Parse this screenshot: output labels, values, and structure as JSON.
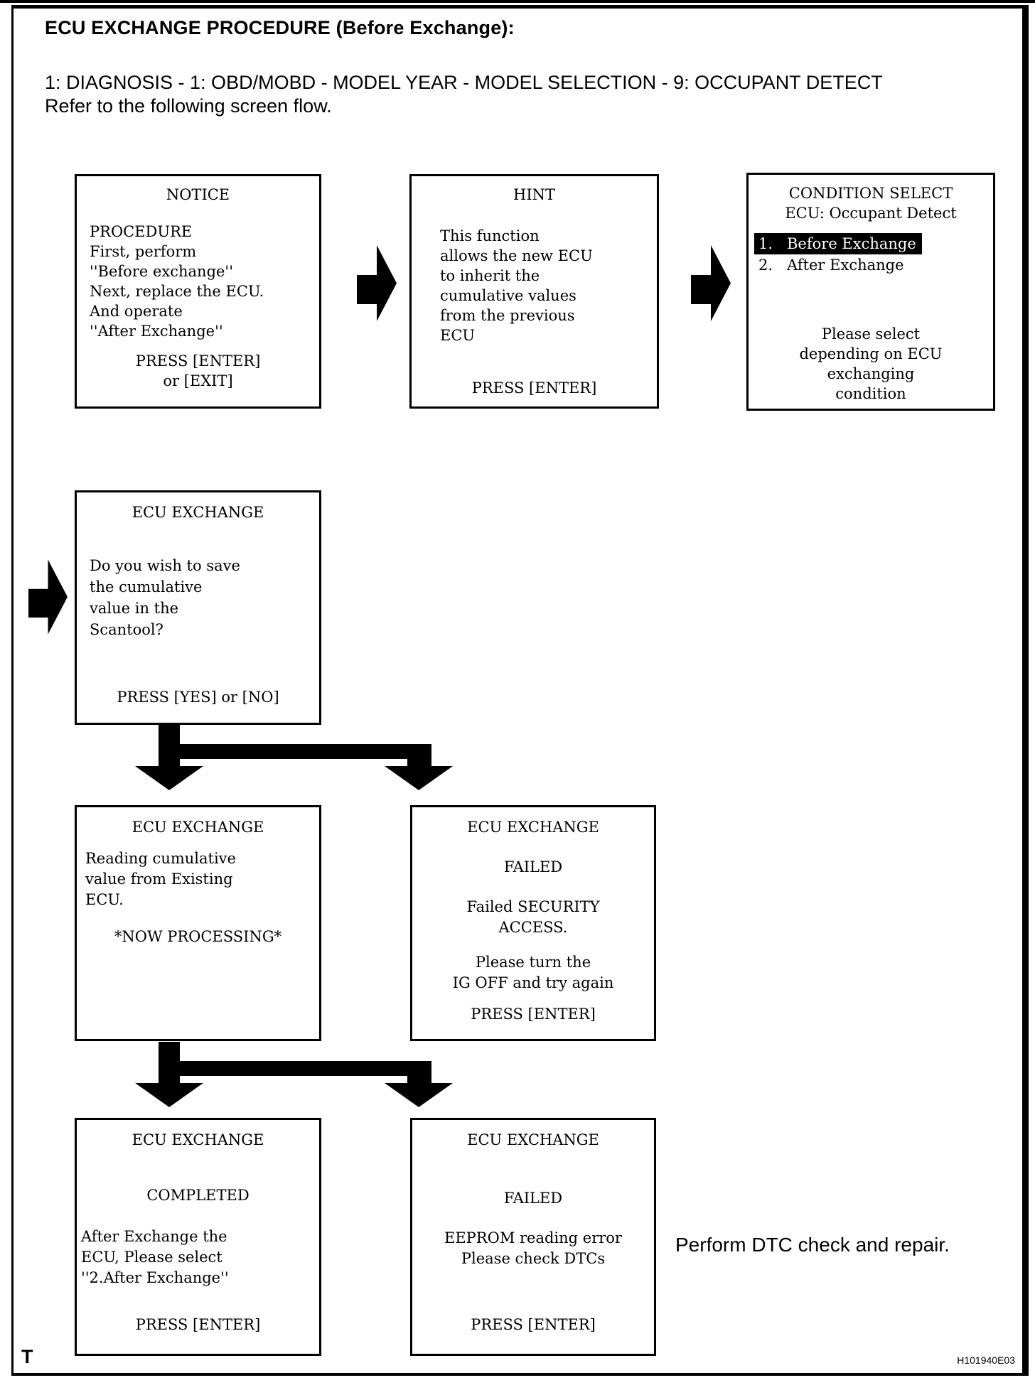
{
  "page": {
    "title": "ECU EXCHANGE PROCEDURE (Before Exchange):",
    "breadcrumb": "1: DIAGNOSIS - 1: OBD/MOBD - MODEL YEAR - MODEL SELECTION - 9: OCCUPANT DETECT",
    "flow_note": "Refer to the following screen flow.",
    "dtc_note": "Perform DTC check and repair.",
    "page_marker": "T",
    "figure_id": "H101940E03",
    "accent_color": "#000000"
  },
  "screens": {
    "notice": {
      "title": "NOTICE",
      "body": "PROCEDURE\nFirst, perform\n''Before exchange''\nNext, replace the ECU.\nAnd operate\n''After Exchange''",
      "footer": "PRESS [ENTER]\nor [EXIT]"
    },
    "hint": {
      "title": "HINT",
      "body": "This function\nallows the new ECU\nto inherit the\ncumulative values\nfrom the previous\nECU",
      "footer": "PRESS [ENTER]"
    },
    "condition_select": {
      "title": "CONDITION SELECT",
      "subtitle": "ECU: Occupant Detect",
      "items": [
        {
          "number": "1.",
          "label": "Before Exchange",
          "selected": true
        },
        {
          "number": "2.",
          "label": "After Exchange",
          "selected": false
        }
      ],
      "footer": "Please select\ndepending on ECU\nexchanging\ncondition"
    },
    "save_prompt": {
      "title": "ECU EXCHANGE",
      "body": "Do you wish to save\nthe cumulative\nvalue in the\nScantool?",
      "footer": "PRESS [YES] or [NO]"
    },
    "reading": {
      "title": "ECU EXCHANGE",
      "body": "Reading cumulative\nvalue from Existing\nECU.",
      "status": "*NOW PROCESSING*"
    },
    "failed_security": {
      "title": "ECU EXCHANGE",
      "result": "FAILED",
      "body": "Failed SECURITY\nACCESS.",
      "instruction": "Please turn the\nIG OFF and try again",
      "footer": "PRESS [ENTER]"
    },
    "completed": {
      "title": "ECU EXCHANGE",
      "result": "COMPLETED",
      "body": "After Exchange the\nECU, Please select\n''2.After Exchange''",
      "footer": "PRESS [ENTER]"
    },
    "failed_eeprom": {
      "title": "ECU EXCHANGE",
      "result": "FAILED",
      "body": "EEPROM reading error\nPlease check DTCs",
      "footer": "PRESS [ENTER]"
    }
  }
}
